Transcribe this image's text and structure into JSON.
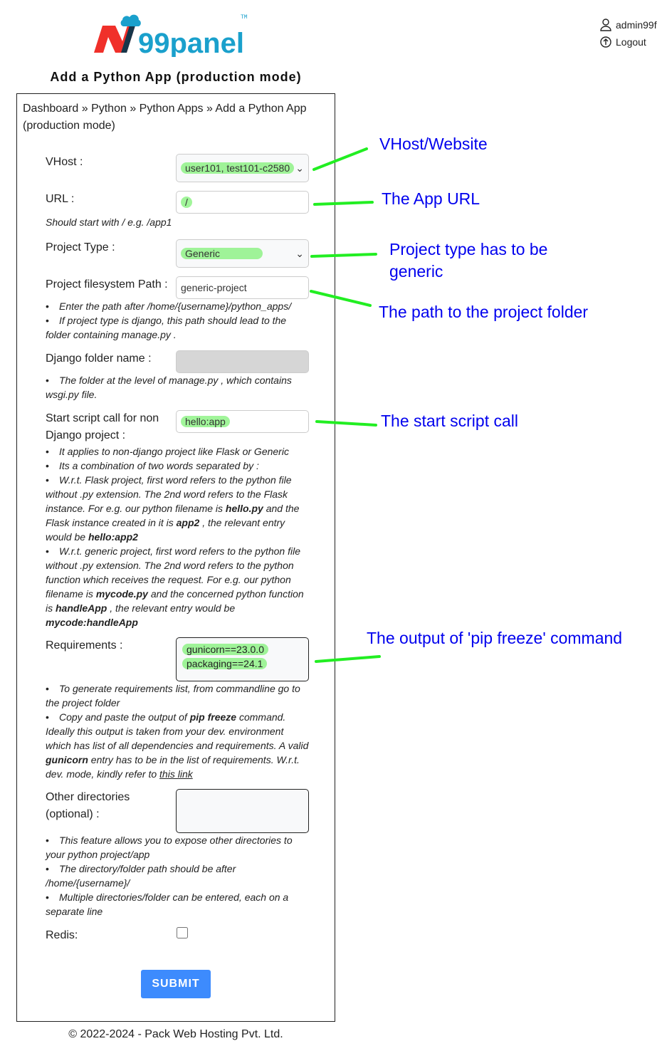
{
  "header": {
    "logo_text": "99panel",
    "logo_tm": "TM",
    "username": "admin99f",
    "logout": "Logout"
  },
  "page_title": "Add a Python App (production mode)",
  "breadcrumb": "Dashboard » Python » Python Apps » Add a Python App (production mode)",
  "form": {
    "vhost_label": "VHost :",
    "vhost_value": "user101, test101-c2580",
    "url_label": "URL :",
    "url_value": "/",
    "url_hint": "Should start with / e.g. /app1",
    "ptype_label": "Project Type :",
    "ptype_value": "Generic",
    "path_label": "Project filesystem Path :",
    "path_value": "generic-project",
    "path_help": [
      "Enter the path after /home/{username}/python_apps/",
      "If project type is django, this path should lead to the folder containing manage.py ."
    ],
    "django_label": "Django folder name :",
    "django_help": "The folder at the level of manage.py , which contains wsgi.py file.",
    "start_label": "Start script call for non Django project :",
    "start_value": "hello:app",
    "req_label": "Requirements :",
    "req_lines": [
      "gunicorn==23.0.0",
      "packaging==24.1"
    ],
    "other_label": "Other directories (optional) :",
    "other_help": [
      "This feature allows you to expose other directories to your python project/app",
      "The directory/folder path should be after /home/{username}/",
      "Multiple directories/folder can be entered, each on a separate line"
    ],
    "redis_label": "Redis:",
    "submit": "SUBMIT",
    "req_link": "this link"
  },
  "annotations": {
    "vhost": "VHost/Website",
    "url": "The App URL",
    "ptype": "Project type has to be generic",
    "path": "The path to the project folder",
    "start": "The start script call",
    "req": "The output of 'pip freeze' command"
  },
  "footer": "© 2022-2024 - Pack Web Hosting Pvt. Ltd."
}
